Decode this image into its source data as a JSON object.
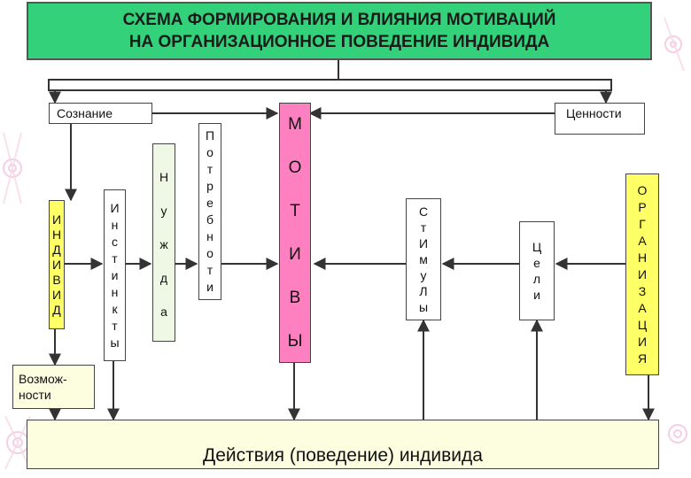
{
  "title": "СХЕМА ФОРМИРОВАНИЯ И ВЛИЯНИЯ МОТИВАЦИЙ\nНА ОРГАНИЗАЦИОННОЕ ПОВЕДЕНИЕ ИНДИВИДА",
  "boxes": {
    "consciousness": "Сознание",
    "values": "Ценности",
    "possibilities": "Возмож-\nности",
    "actions": "Действия (поведение) индивида"
  },
  "vertical_words": {
    "individual": [
      "И",
      "Н",
      "Д",
      "И",
      "В",
      "И",
      "Д"
    ],
    "instincts": [
      "И",
      "н",
      "с",
      "т",
      "и",
      "н",
      "к",
      "т",
      "ы"
    ],
    "needs": [
      "Н",
      "у",
      "ж",
      "д",
      "а"
    ],
    "wants": [
      "П",
      "о",
      "т",
      "р",
      "е",
      "б",
      "н",
      "о",
      "т",
      "и"
    ],
    "motives": [
      "М",
      "О",
      "Т",
      "И",
      "В",
      "Ы"
    ],
    "incentives": [
      "С",
      "т",
      "И",
      "м",
      "у",
      "Л",
      "ы"
    ],
    "goals": [
      "Ц",
      "е",
      "л",
      "и"
    ],
    "organization": [
      "О",
      "Р",
      "Г",
      "А",
      "Н",
      "И",
      "З",
      "А",
      "Ц",
      "И",
      "Я"
    ]
  },
  "colors": {
    "title_bg": "#33d17a",
    "motives_bg": "#ff80c0",
    "individual_bg": "#ffff66",
    "organization_bg": "#ffff66",
    "cream_bg": "#fdfde0",
    "needs_bg": "#eef8e4",
    "decor": "#f4c2d8"
  }
}
